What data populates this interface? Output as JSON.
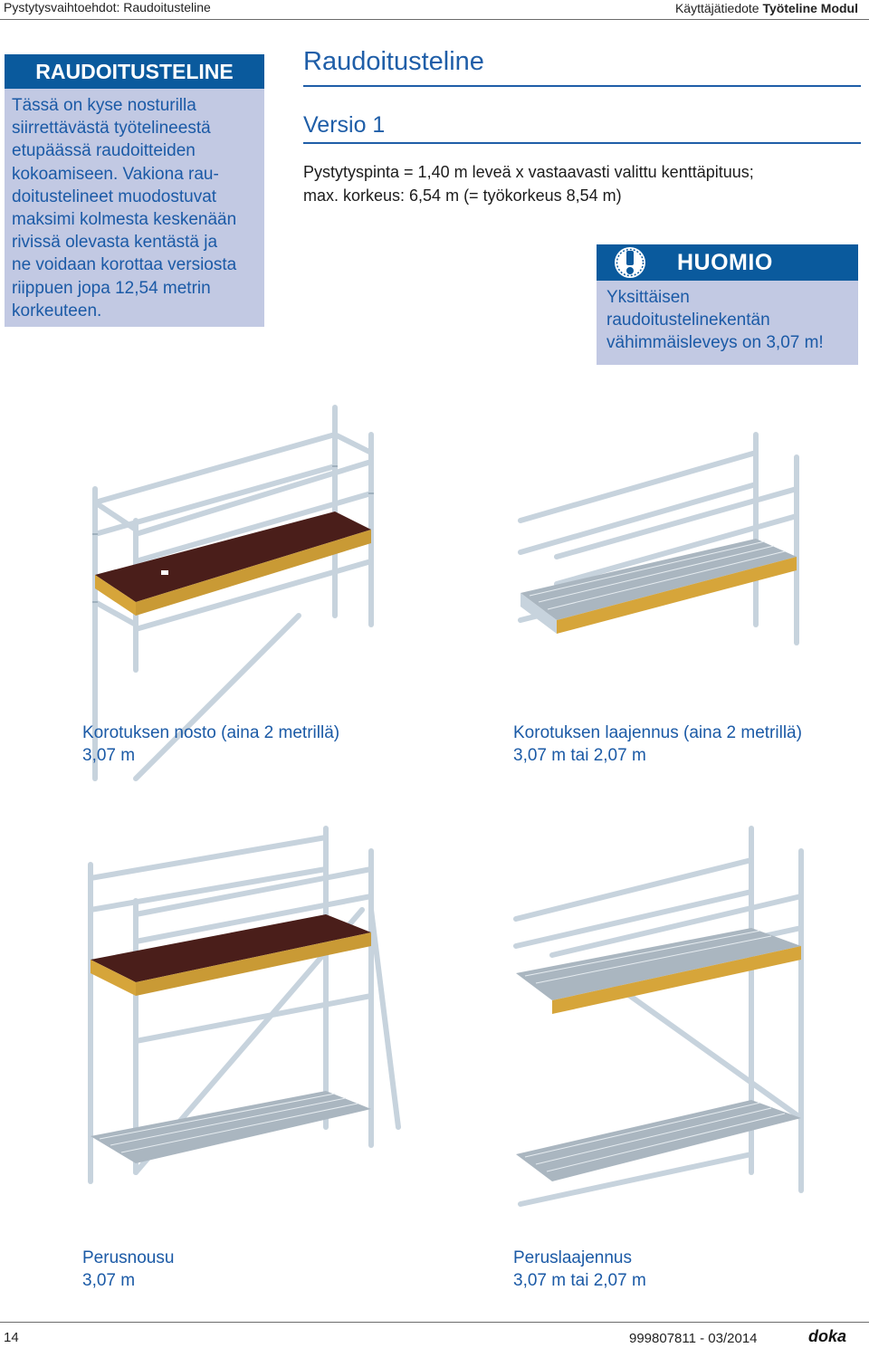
{
  "header": {
    "left": "Pystytysvaihtoehdot: Raudoitusteline",
    "right_prefix": "Käyttäjätiedote",
    "right_bold": "Työteline Modul"
  },
  "sidebar": {
    "title": "RAUDOITUSTELINE",
    "lines": [
      "Tässä on kyse nosturilla",
      "siirrettävästä työtelineestä",
      "etupäässä raudoitteiden",
      "kokoamiseen. Vakiona rau-",
      "doitustelineet muodostuvat",
      "maksimi kolmesta keskenään",
      "rivissä olevasta kentästä ja",
      "ne voidaan korottaa versiosta",
      "riippuen jopa 12,54 metrin",
      "korkeuteen."
    ]
  },
  "main": {
    "title": "Raudoitusteline",
    "subtitle": "Versio 1",
    "body_lines": [
      "Pystytyspinta = 1,40 m leveä x vastaavasti valittu kenttäpituus;",
      "max. korkeus: 6,54 m (= työkorkeus 8,54 m)"
    ]
  },
  "notice": {
    "icon": "exclamation-icon",
    "title": "HUOMIO",
    "lines": [
      "Yksittäisen",
      "raudoitustelinekentän",
      "vähimmäisleveys on 3,07 m!"
    ]
  },
  "figures": [
    {
      "caption_line1": "Korotuksen nosto (aina 2 metrillä)",
      "caption_line2": "3,07 m"
    },
    {
      "caption_line1": "Korotuksen laajennus (aina 2 metrillä)",
      "caption_line2": "3,07 m tai 2,07 m"
    },
    {
      "caption_line1": "Perusnousu",
      "caption_line2": "3,07 m"
    },
    {
      "caption_line1": "Peruslaajennus",
      "caption_line2": "3,07 m tai 2,07 m"
    }
  ],
  "footer": {
    "page": "14",
    "code": "999807811 - 03/2014",
    "logo": "doka"
  },
  "colors": {
    "brand_blue": "#0a5a9d",
    "text_blue": "#1b5aa6",
    "box_fill": "#c2c9e3",
    "scaffold_tube": "#c7d3dd",
    "toe_board": "#d6a53a",
    "deck_wood": "#4a1e1a",
    "deck_steel": "#aab6c0"
  }
}
